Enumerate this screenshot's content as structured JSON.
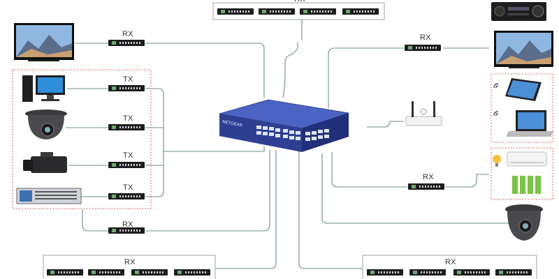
{
  "labels": {
    "rx_top": "RX",
    "rx_left_tv": "RX",
    "rx_right_tv": "RX",
    "tx_1": "TX",
    "tx_2": "TX",
    "tx_3": "TX",
    "tx_4": "TX",
    "rx_mid_right": "RX",
    "rx_left_bottom": "RX",
    "rx_bottom_left_bar": "RX",
    "rx_bottom_right_bar": "RX"
  },
  "switch": {
    "brand": "NETGEAR"
  },
  "colors": {
    "line": "#6b8f8c",
    "switch_blue": "#2d3f8f",
    "switch_top": "#3e56b6",
    "dotted_box": "#e06060"
  }
}
